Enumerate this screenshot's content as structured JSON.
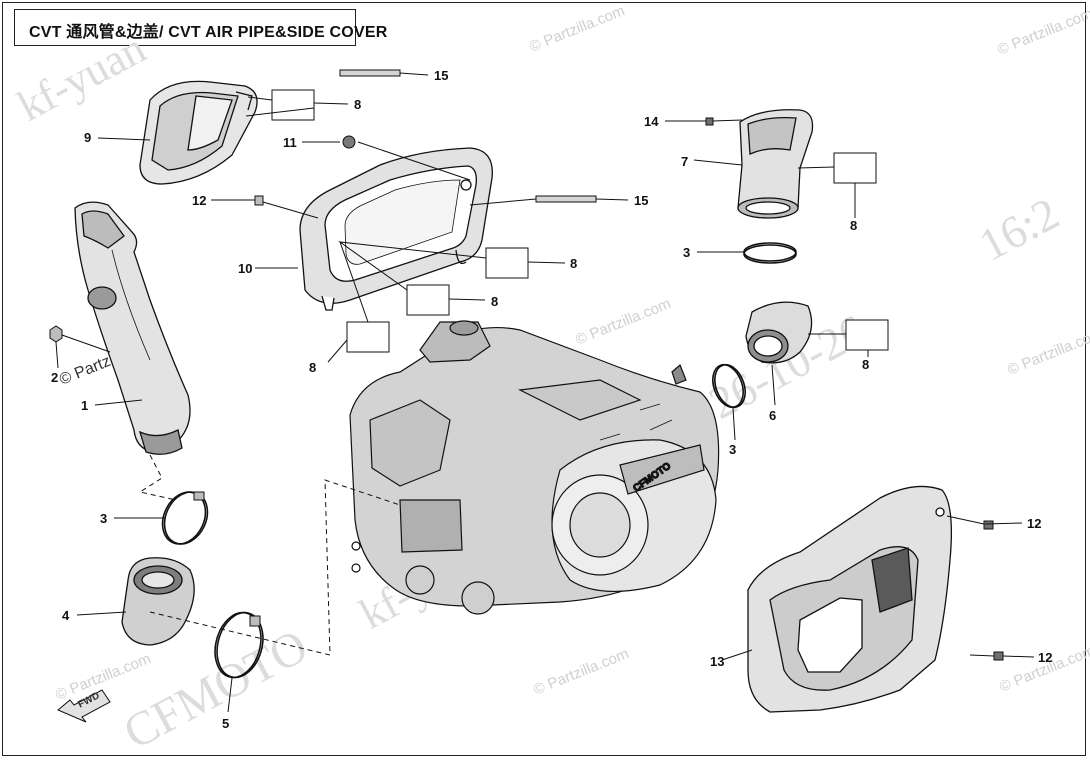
{
  "title": "CVT 通风管&边盖/ CVT AIR PIPE&SIDE COVER",
  "watermarks": {
    "partzilla": "© Partzilla.com",
    "user_mark": "kf-yuan",
    "date_mark": "16:2",
    "date_mark_2": "26-10-26",
    "brand_mark": "CFMOTO",
    "engine_logo": "CFMOTO"
  },
  "callouts": [
    {
      "id": "c15a",
      "label": "15"
    },
    {
      "id": "c8a",
      "label": "8"
    },
    {
      "id": "c9",
      "label": "9"
    },
    {
      "id": "c11",
      "label": "11"
    },
    {
      "id": "c12a",
      "label": "12"
    },
    {
      "id": "c15b",
      "label": "15"
    },
    {
      "id": "c10",
      "label": "10"
    },
    {
      "id": "c8b",
      "label": "8"
    },
    {
      "id": "c8c",
      "label": "8"
    },
    {
      "id": "c8d",
      "label": "8"
    },
    {
      "id": "c2",
      "label": "2"
    },
    {
      "id": "c1",
      "label": "1"
    },
    {
      "id": "c14",
      "label": "14"
    },
    {
      "id": "c7",
      "label": "7"
    },
    {
      "id": "c8e",
      "label": "8"
    },
    {
      "id": "c3a",
      "label": "3"
    },
    {
      "id": "c8f",
      "label": "8"
    },
    {
      "id": "c6",
      "label": "6"
    },
    {
      "id": "c3b",
      "label": "3"
    },
    {
      "id": "c12b",
      "label": "12"
    },
    {
      "id": "c3c",
      "label": "3"
    },
    {
      "id": "c4",
      "label": "4"
    },
    {
      "id": "c5",
      "label": "5"
    },
    {
      "id": "c13",
      "label": "13"
    },
    {
      "id": "c12c",
      "label": "12"
    }
  ],
  "fwd_label": "FWD",
  "colors": {
    "line": "#111111",
    "part_fill": "#e4e4e4",
    "part_shade": "#9a9a9a",
    "watermark": "#d6d6d6"
  }
}
